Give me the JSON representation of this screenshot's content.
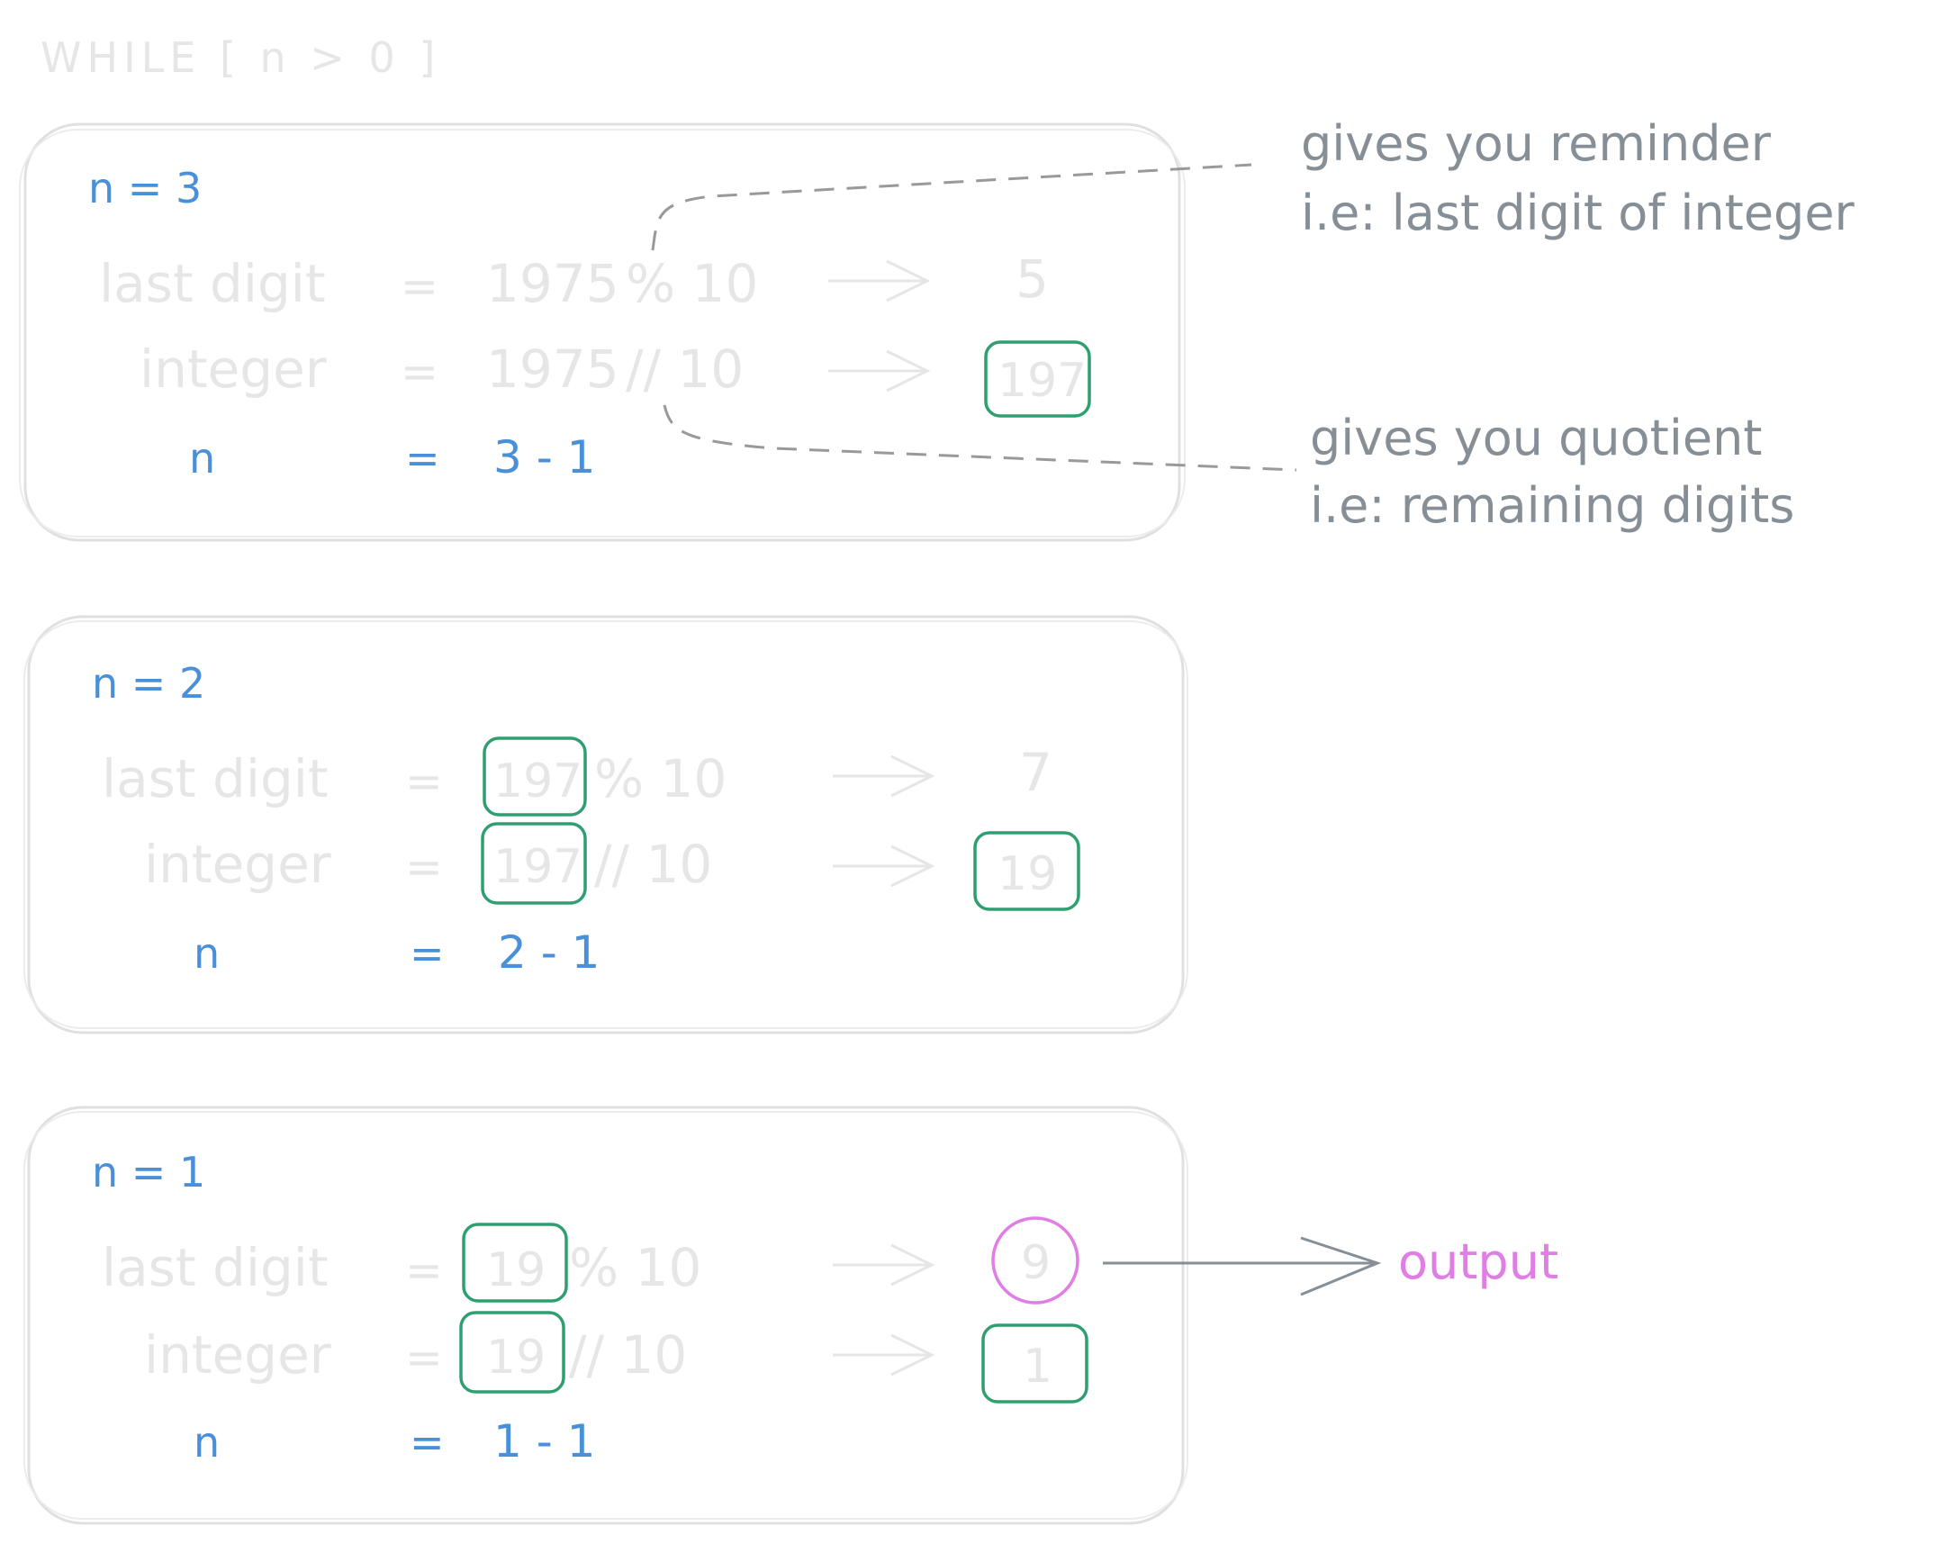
{
  "header": {
    "condition": "WHILE [ n > 0 ]"
  },
  "colors": {
    "faint": "#e6e6e6",
    "blue": "#4a90d9",
    "green": "#2f9e70",
    "grey": "#868e96",
    "pink": "#e07ee5",
    "frame": "#e0e0e0"
  },
  "iterations": [
    {
      "title": "n = 3",
      "last_digit_label": "last digit",
      "integer_label": "integer",
      "n_label": "n",
      "eq": "=",
      "last_digit_expr_num": "1975",
      "last_digit_expr_op": "% 10",
      "integer_expr_num": "1975",
      "integer_expr_op": "// 10",
      "last_digit_result": "5",
      "integer_result": "197",
      "n_expr": "3 - 1"
    },
    {
      "title": "n = 2",
      "last_digit_label": "last digit",
      "integer_label": "integer",
      "n_label": "n",
      "eq": "=",
      "last_digit_expr_num": "197",
      "last_digit_expr_op": "% 10",
      "integer_expr_num": "197",
      "integer_expr_op": "// 10",
      "last_digit_result": "7",
      "integer_result": "19",
      "n_expr": "2 - 1"
    },
    {
      "title": "n = 1",
      "last_digit_label": "last digit",
      "integer_label": "integer",
      "n_label": "n",
      "eq": "=",
      "last_digit_expr_num": "19",
      "last_digit_expr_op": "% 10",
      "integer_expr_num": "19",
      "integer_expr_op": "// 10",
      "last_digit_result": "9",
      "integer_result": "1",
      "n_expr": "1 - 1"
    }
  ],
  "annotations": {
    "remainder_line1": "gives you reminder",
    "remainder_line2": "i.e: last digit of integer",
    "quotient_line1": "gives you quotient",
    "quotient_line2": "i.e: remaining digits",
    "output_label": "output"
  }
}
